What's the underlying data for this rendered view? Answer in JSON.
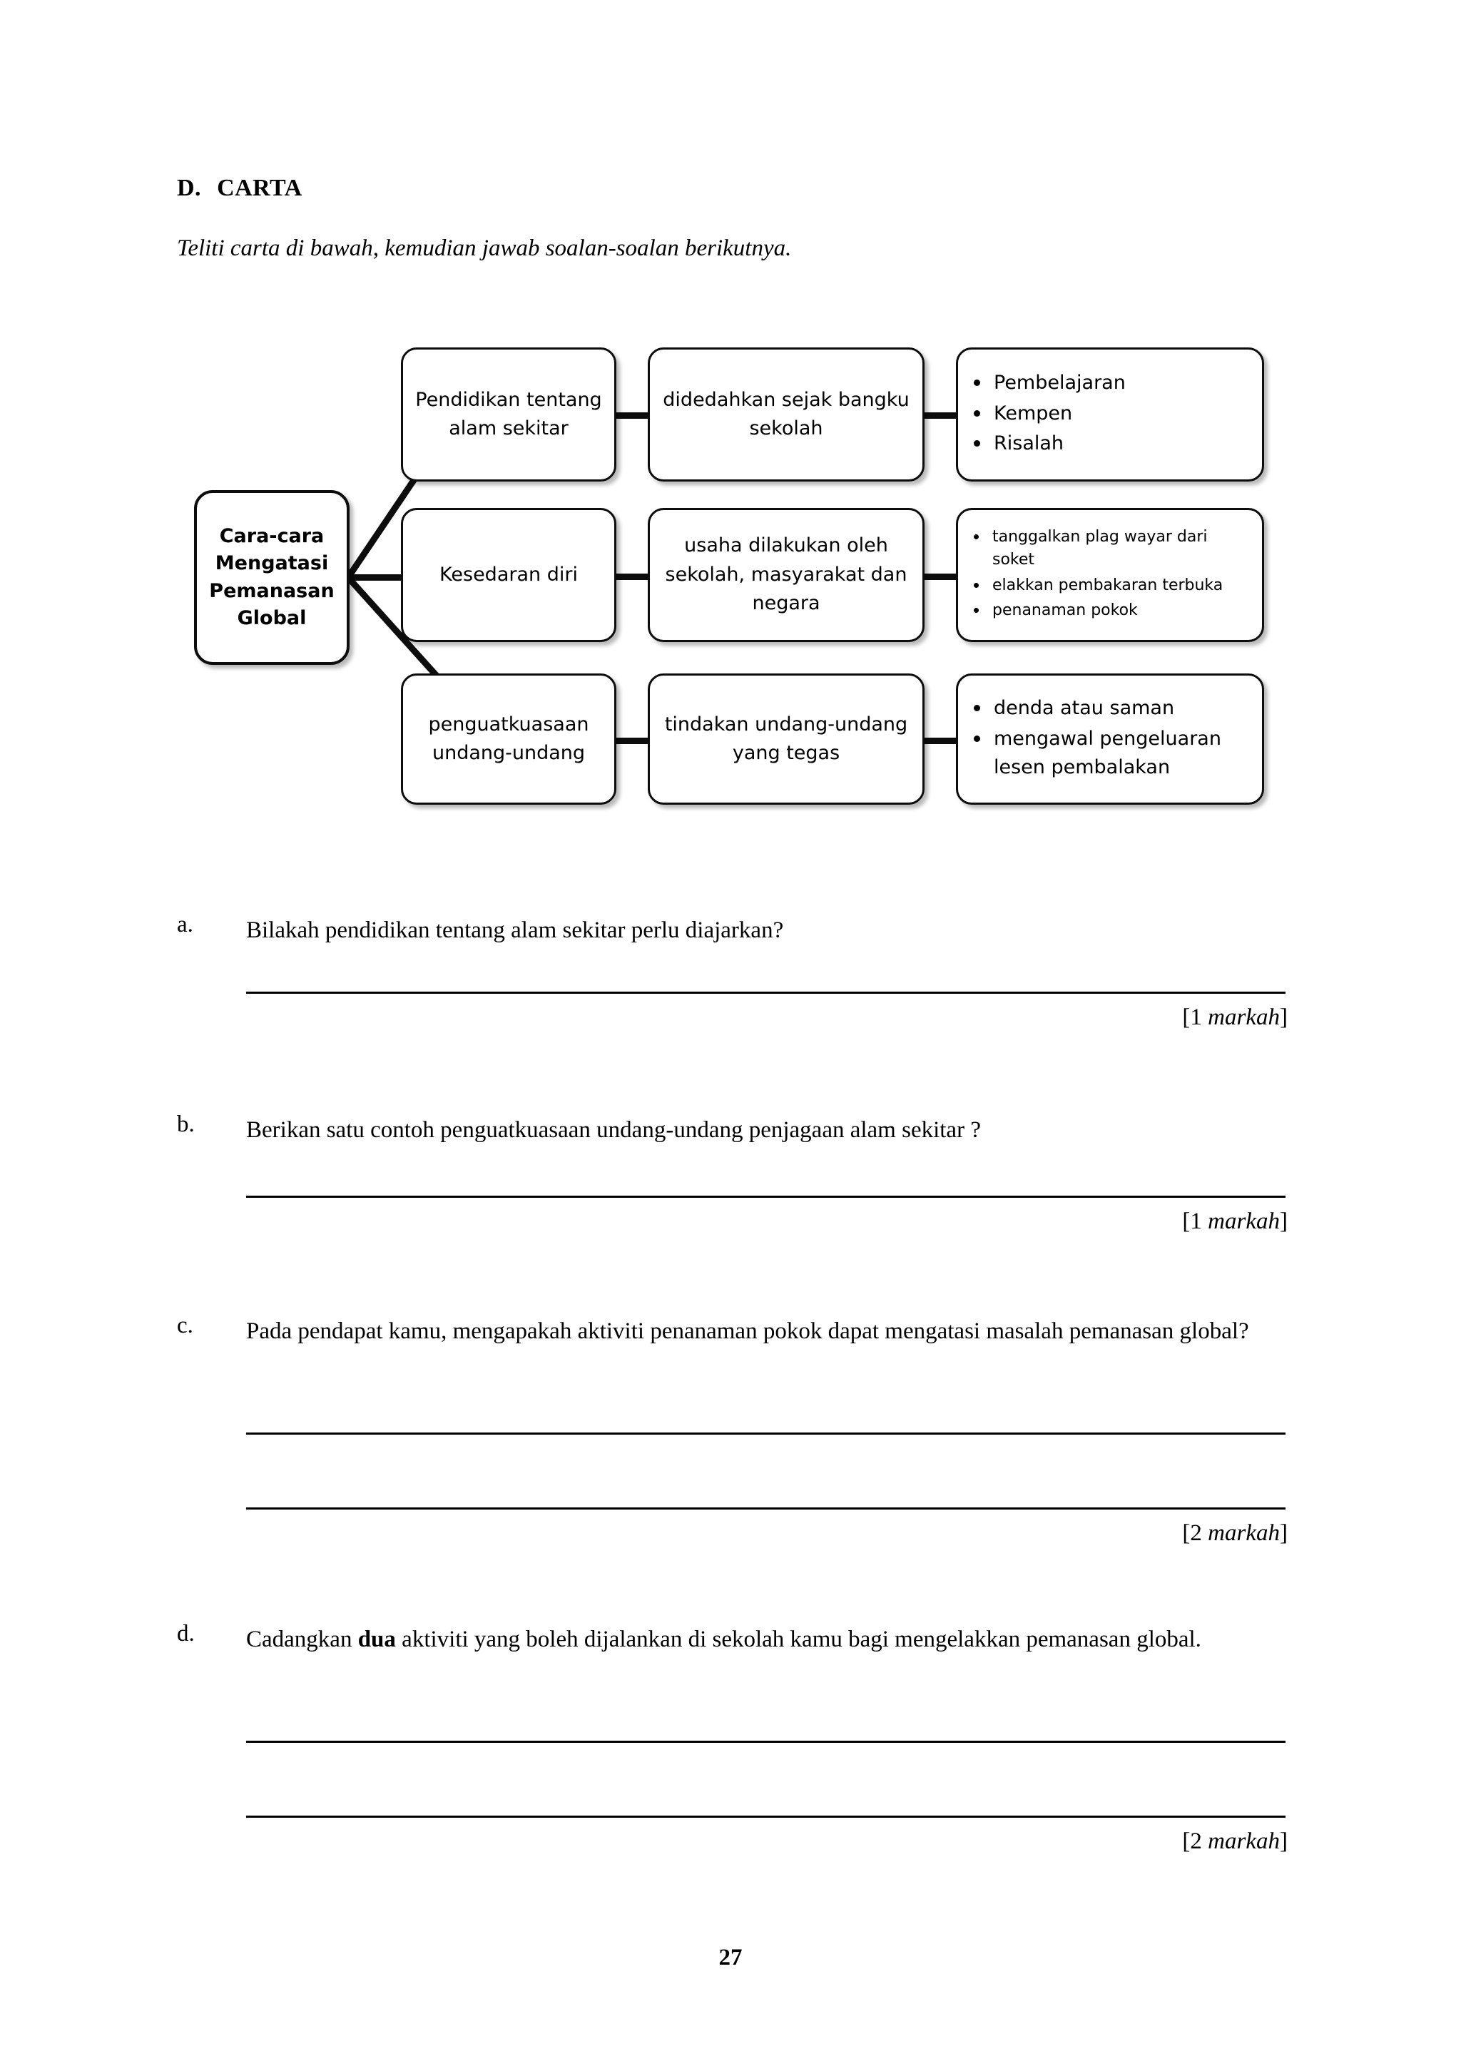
{
  "section": {
    "letter": "D.",
    "title": "CARTA",
    "instruction": "Teliti carta di bawah, kemudian jawab soalan-soalan berikutnya."
  },
  "chart": {
    "root": "Cara-cara Mengatasi Pemanasan Global",
    "root_lines": [
      "Cara-cara",
      "Mengatasi",
      "Pemanasan",
      "Global"
    ],
    "branches": [
      {
        "cause": "Pendidikan tentang alam sekitar",
        "detail": "didedahkan sejak bangku sekolah",
        "examples": [
          "Pembelajaran",
          "Kempen",
          "Risalah"
        ]
      },
      {
        "cause": "Kesedaran diri",
        "detail": "usaha dilakukan oleh sekolah, masyarakat dan negara",
        "examples": [
          "tanggalkan plag wayar dari soket",
          "elakkan pembakaran terbuka",
          "penanaman pokok"
        ]
      },
      {
        "cause": "penguatkuasaan undang-undang",
        "detail": "tindakan undang-undang yang tegas",
        "examples": [
          "denda atau saman",
          "mengawal pengeluaran lesen pembalakan"
        ]
      }
    ]
  },
  "questions": [
    {
      "label": "a.",
      "text": "Bilakah pendidikan tentang alam sekitar perlu diajarkan?",
      "marks_number": "1",
      "marks_word": "markah",
      "lines": 1
    },
    {
      "label": "b.",
      "text": "Berikan satu contoh penguatkuasaan undang-undang penjagaan alam sekitar ?",
      "marks_number": "1",
      "marks_word": "markah",
      "lines": 1
    },
    {
      "label": "c.",
      "text": "Pada pendapat kamu, mengapakah aktiviti penanaman pokok dapat mengatasi masalah pemanasan global?",
      "marks_number": "2",
      "marks_word": "markah",
      "lines": 2
    },
    {
      "label": "d.",
      "text_before_bold": "Cadangkan ",
      "text_bold": "dua",
      "text_after_bold": " aktiviti yang boleh dijalankan di sekolah kamu bagi mengelakkan pemanasan global.",
      "marks_number": "2",
      "marks_word": "markah",
      "lines": 2
    }
  ],
  "footer": {
    "page_number": "27"
  }
}
